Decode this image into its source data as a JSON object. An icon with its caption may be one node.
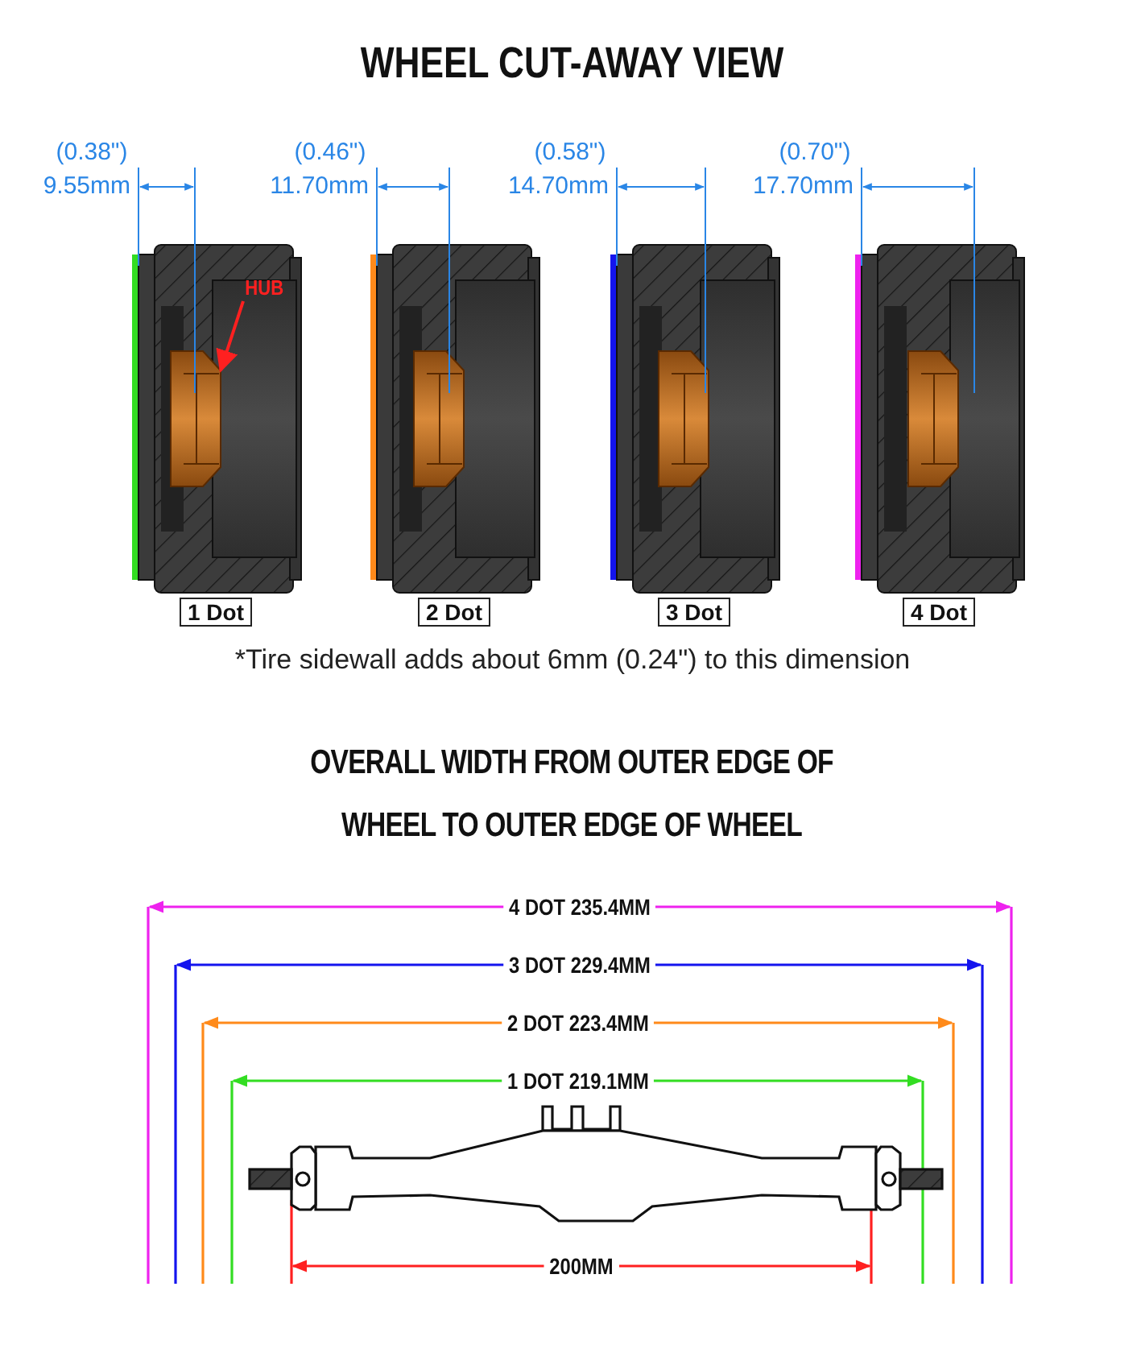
{
  "diagram": {
    "title": "WHEEL CUT-AWAY VIEW",
    "nodes": [
      {
        "text": [
          "1 Dot"
        ]
      },
      {
        "text": [
          "2 Dot"
        ]
      },
      {
        "text": [
          "3 Dot"
        ]
      },
      {
        "text": [
          "4 Dot"
        ]
      },
      {
        "text": [
          "HUB"
        ]
      },
      {
        "text": [],
        "shape": "picture"
      }
    ],
    "edges": [
      {
        "from": 4,
        "to": 5,
        "arrow": "to"
      }
    ],
    "labels": [
      "(0.38\")",
      "9.55mm",
      "(0.46\")",
      "11.70mm",
      "(0.58\")",
      "14.70mm",
      "(0.70\")",
      "17.70mm",
      "*Tire sidewall adds about 6mm (0.24\") to this dimension",
      "OVERALL WIDTH FROM OUTER EDGE OF WHEEL TO OUTER EDGE OF WHEEL",
      "4 DOT 235.4MM",
      "3 DOT 229.4MM",
      "2 DOT 223.4MM",
      "1 DOT 219.1MM",
      "200MM"
    ]
  }
}
